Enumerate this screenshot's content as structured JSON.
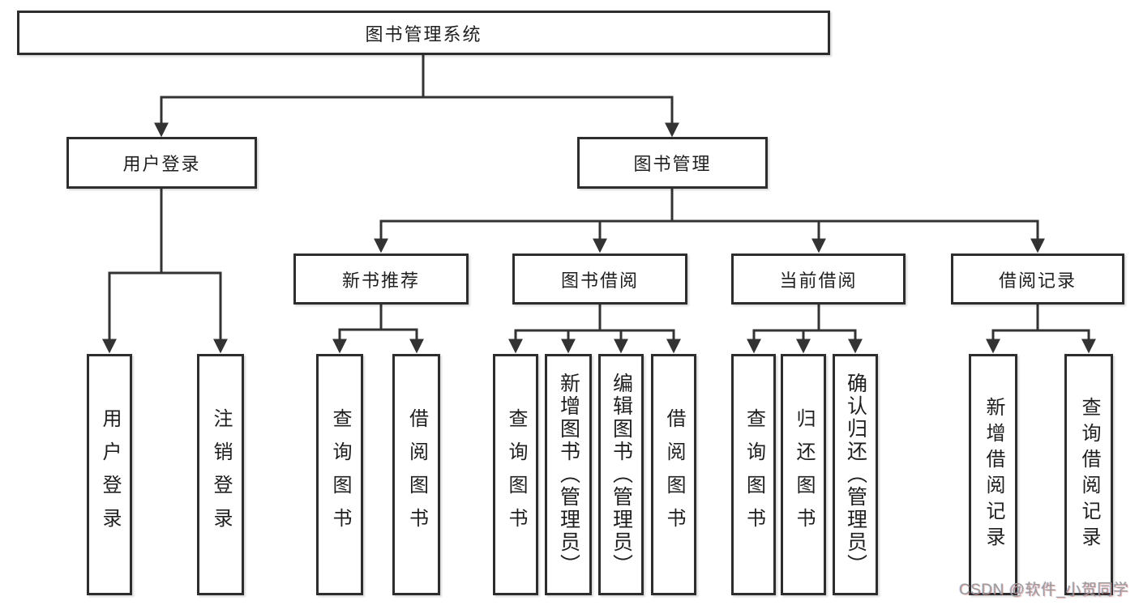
{
  "colors": {
    "line": "#333333",
    "text": "#1f1f1f",
    "watermark": "#9b9b9b",
    "bg": "#ffffff"
  },
  "watermark": "CSDN @软件_小贺同学",
  "tree": {
    "label": "图书管理系统",
    "children": [
      {
        "label": "用户登录",
        "children": [
          {
            "label": "用户登录"
          },
          {
            "label": "注销登录"
          }
        ]
      },
      {
        "label": "图书管理",
        "children": [
          {
            "label": "新书推荐",
            "children": [
              {
                "label": "查询图书"
              },
              {
                "label": "借阅图书"
              }
            ]
          },
          {
            "label": "图书借阅",
            "children": [
              {
                "label": "查询图书"
              },
              {
                "label": "新增图书（管理员）"
              },
              {
                "label": "编辑图书（管理员）"
              },
              {
                "label": "借阅图书"
              }
            ]
          },
          {
            "label": "当前借阅",
            "children": [
              {
                "label": "查询图书"
              },
              {
                "label": "归还图书"
              },
              {
                "label": "确认归还（管理员）"
              }
            ]
          },
          {
            "label": "借阅记录",
            "children": [
              {
                "label": "新增借阅记录"
              },
              {
                "label": "查询借阅记录"
              }
            ]
          }
        ]
      }
    ]
  }
}
